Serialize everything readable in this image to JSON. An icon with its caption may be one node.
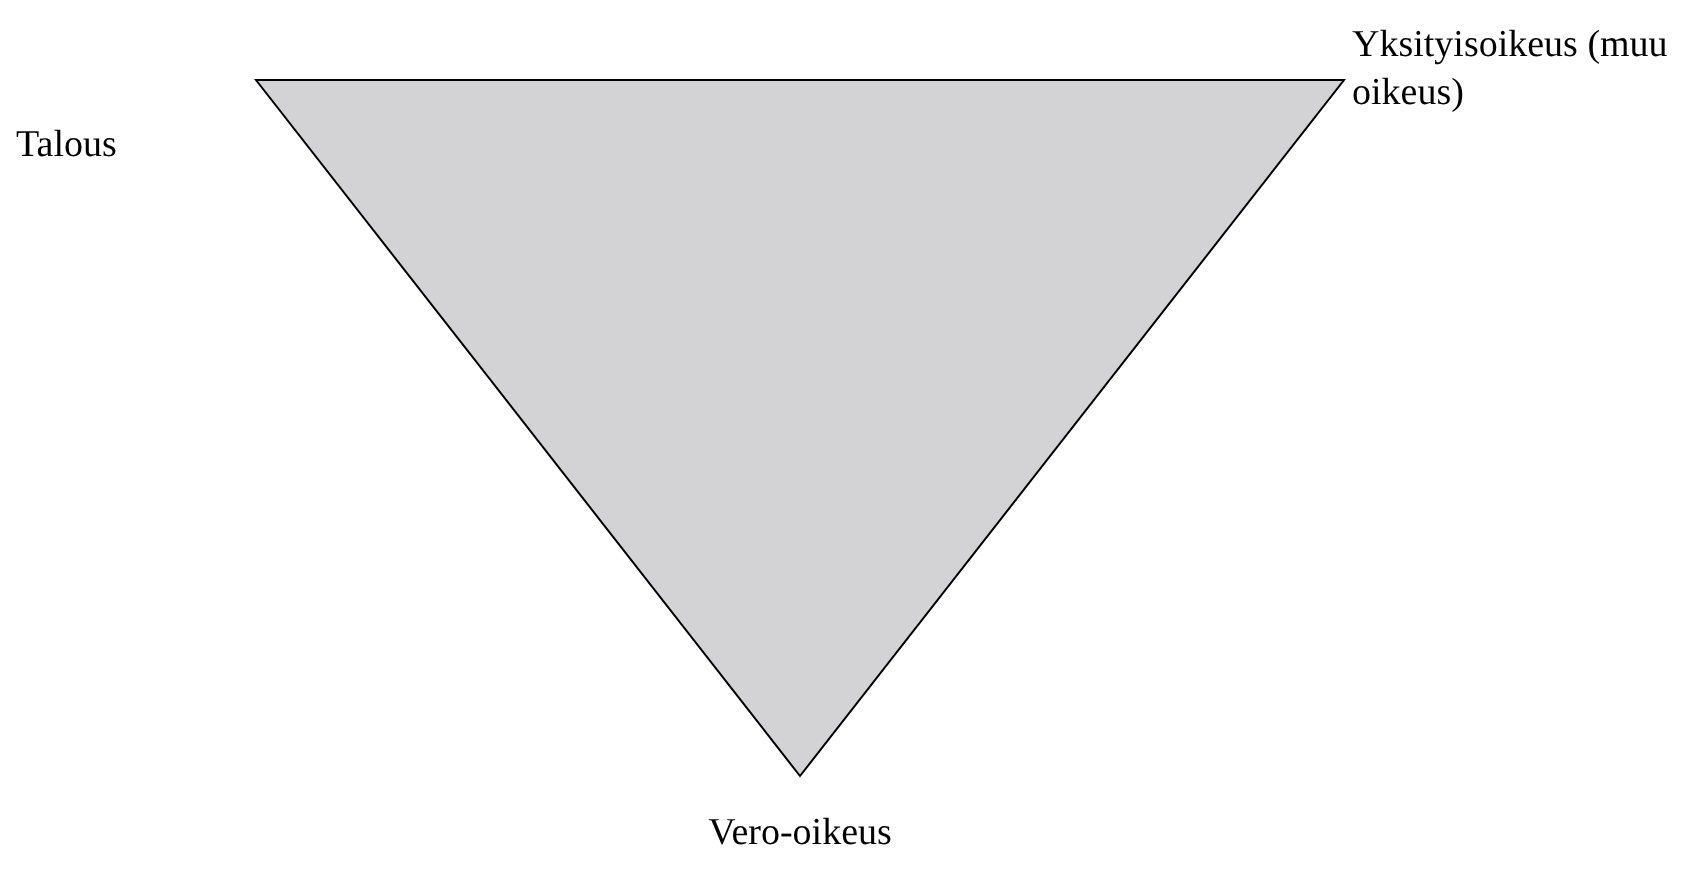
{
  "diagram": {
    "labels": [
      "Talous",
      "Yksityisoikeus (muu oikeus)",
      "Vero-oikeus"
    ]
  }
}
